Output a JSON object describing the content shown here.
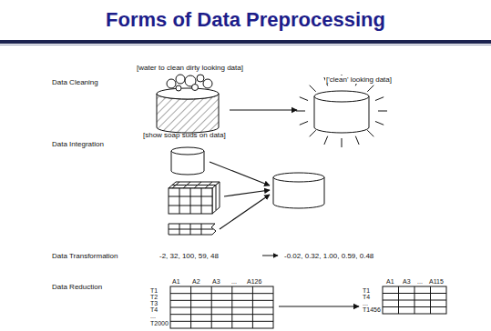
{
  "diagram": {
    "title": "Forms of Data Preprocessing",
    "nodes": [
      {
        "text": [
          "A1",
          "A2",
          "A3",
          "...",
          "A126",
          "T1",
          "T2",
          "T3",
          "T4",
          "...",
          "T2000"
        ]
      },
      {
        "text": [
          "A1",
          "A3",
          "...",
          "A115",
          "T1",
          "T4",
          "...",
          "T1456"
        ]
      }
    ],
    "edges": [
      {
        "from": 0,
        "to": 1,
        "arrow": "to"
      }
    ],
    "labels": [
      "Data Cleaning",
      "[water to clean dirty looking data]",
      "['clean' looking data]",
      "[show soap suds on data]",
      "Data Integration",
      "Data Transformation",
      "-2, 32, 100, 59, 48",
      "-0.02, 0.32, 1.00, 0.59, 0.48",
      "Data Reduction"
    ]
  }
}
